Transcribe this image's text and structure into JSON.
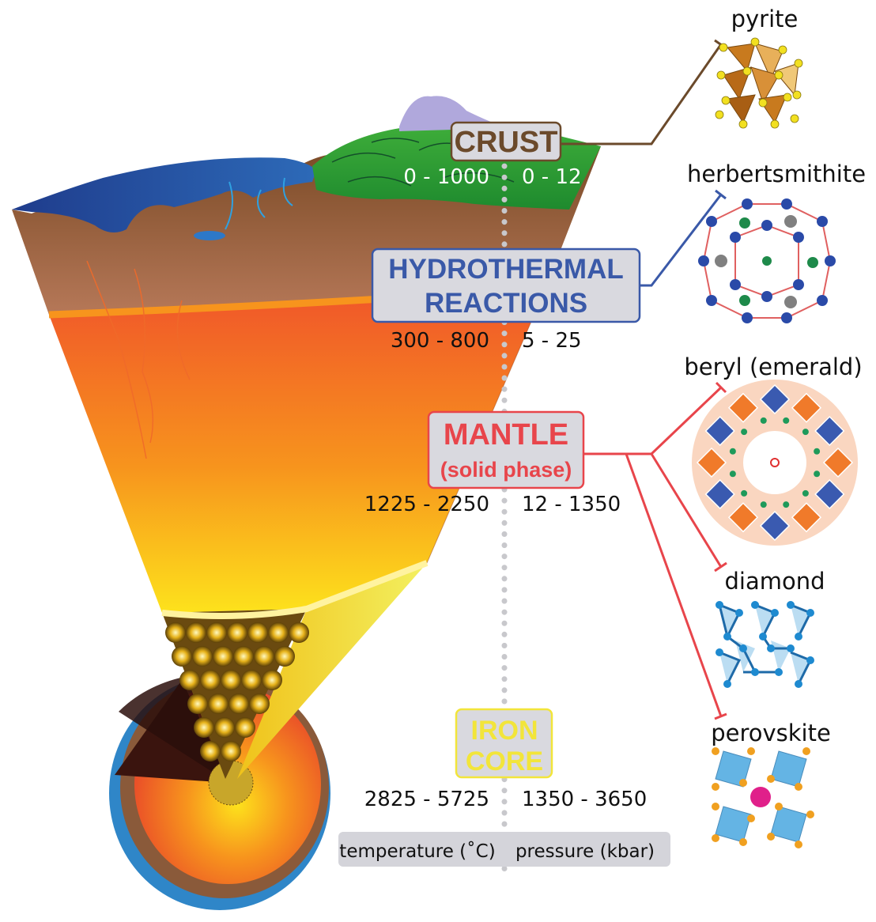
{
  "layers": {
    "crust": {
      "title": "CRUST",
      "temperature": "0 - 1000",
      "pressure": "0 - 12",
      "color": "#6b4a2b"
    },
    "hydrothermal": {
      "title_line1": "HYDROTHERMAL",
      "title_line2": "REACTIONS",
      "temperature": "300 - 800",
      "pressure": "5 - 25",
      "color": "#3a59a8"
    },
    "mantle": {
      "title": "MANTLE",
      "subtitle": "(solid phase)",
      "temperature": "1225 - 2250",
      "pressure": "12 - 1350",
      "color": "#e8454b"
    },
    "core": {
      "title_line1": "IRON",
      "title_line2": "CORE",
      "temperature": "2825 - 5725",
      "pressure": "1350 - 3650",
      "color": "#f2e53a"
    }
  },
  "legend": {
    "temperature": "temperature (˚C)",
    "pressure": "pressure (kbar)"
  },
  "minerals": {
    "pyrite": "pyrite",
    "herbertsmithite": "herbertsmithite",
    "beryl": "beryl (emerald)",
    "diamond": "diamond",
    "perovskite": "perovskite"
  },
  "colors": {
    "crust_link": "#6b4a2b",
    "hydro_link": "#3a59a8",
    "mantle_link": "#e8454b"
  }
}
